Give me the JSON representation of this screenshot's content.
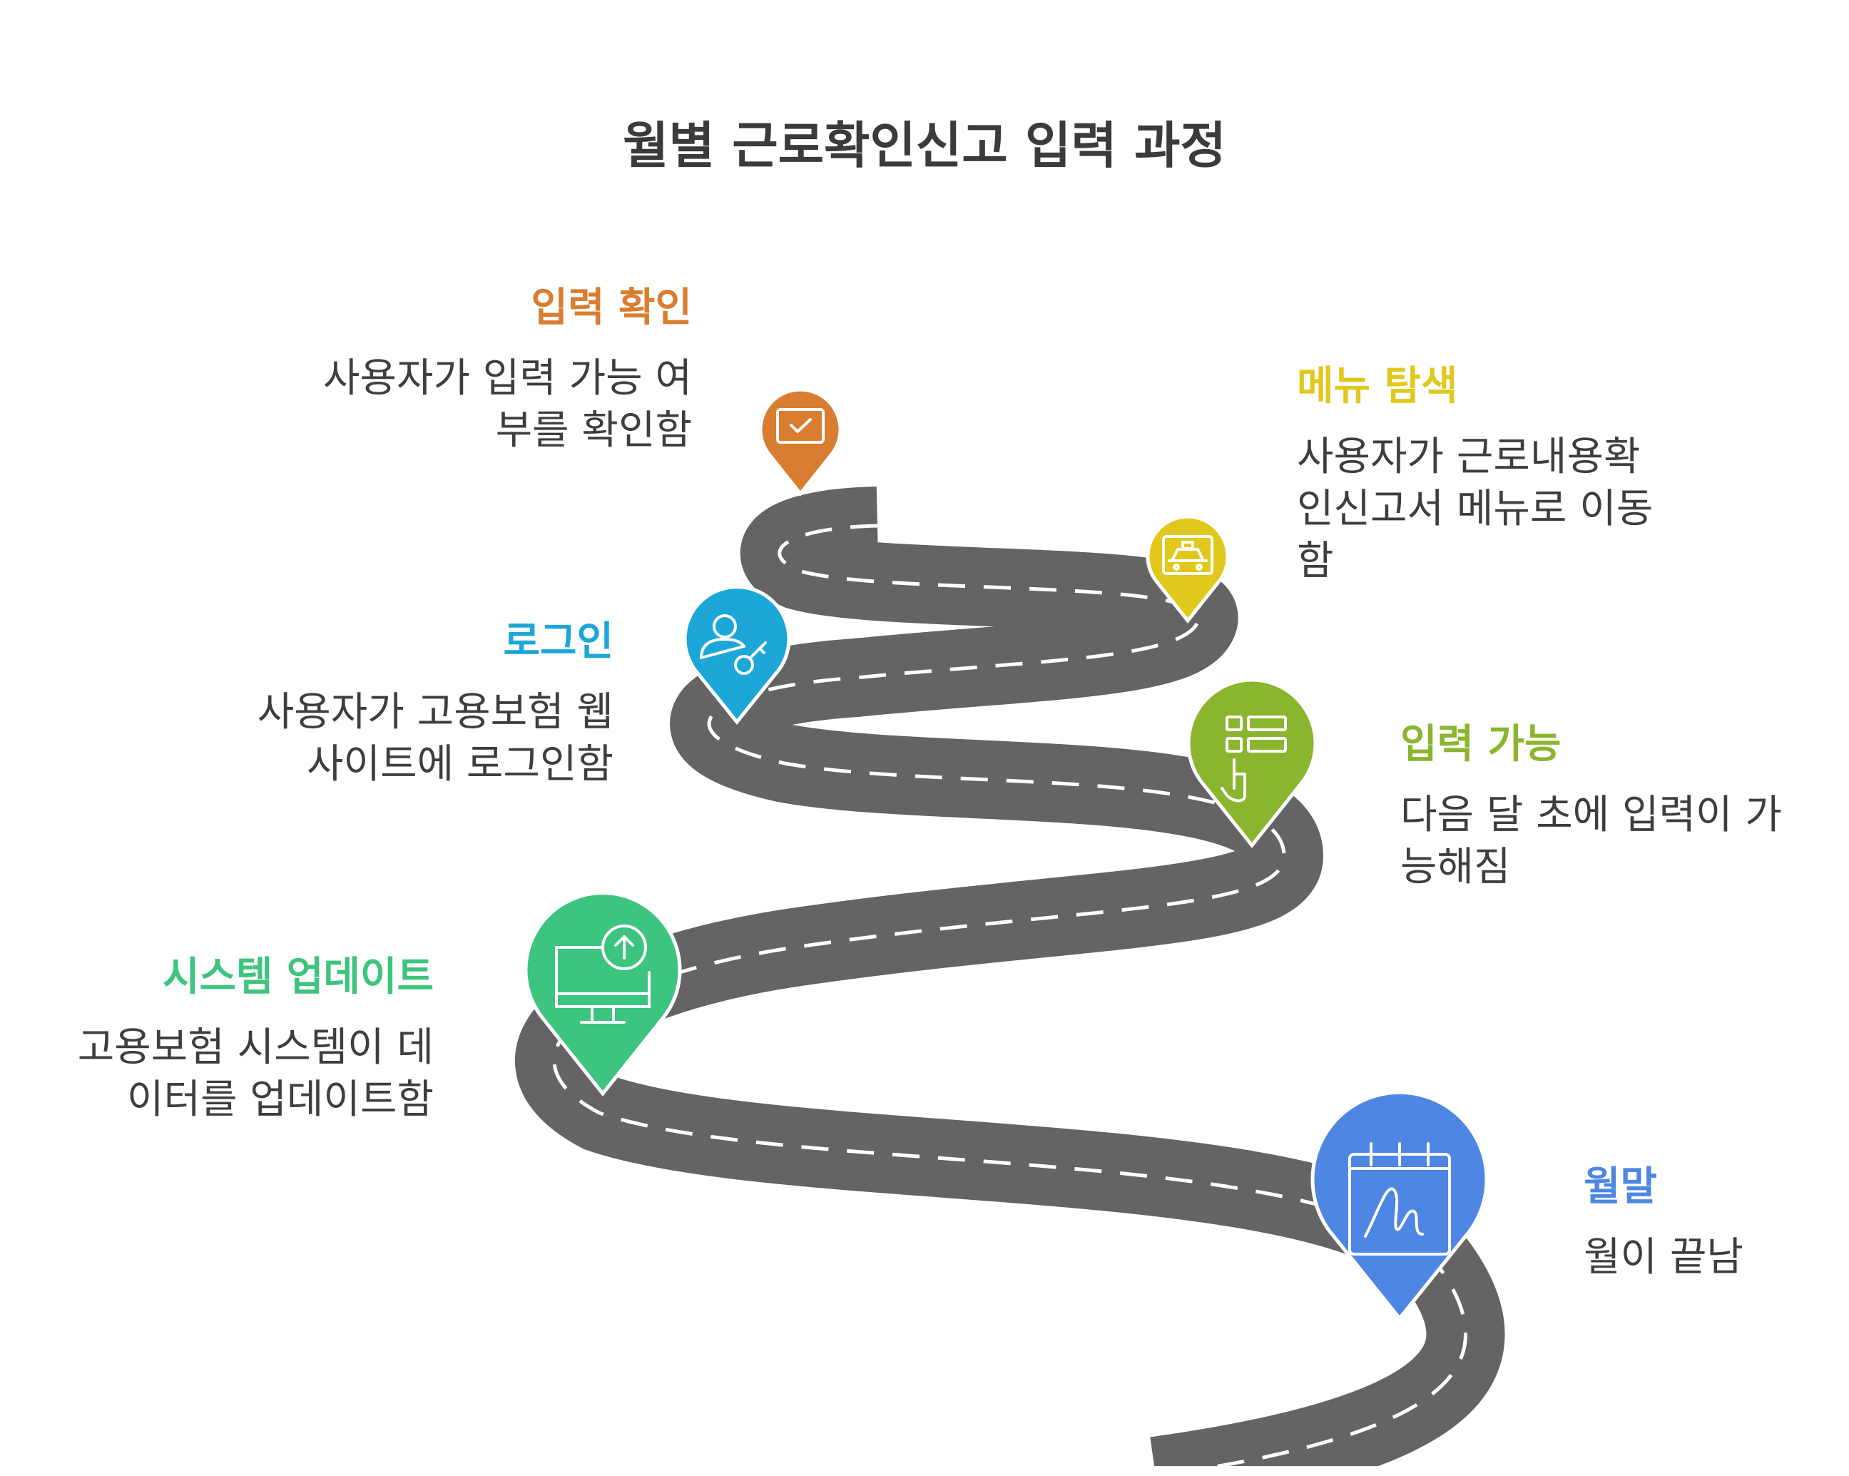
{
  "title": "월별 근로확인신고 입력 과정",
  "steps": [
    {
      "id": "confirm",
      "heading": "입력 확인",
      "line1": "사용자가 입력 가능 여",
      "line2": "부를 확인함",
      "color": "#d97d30",
      "icon": "checkbox-icon"
    },
    {
      "id": "menu",
      "heading": "메뉴 탐색",
      "line1": "사용자가 근로내용확",
      "line2": "인신고서 메뉴로 이동",
      "line3": "함",
      "color": "#e0c81c",
      "icon": "taxi-icon"
    },
    {
      "id": "login",
      "heading": "로그인",
      "line1": "사용자가 고용보험 웹",
      "line2": "사이트에 로그인함",
      "color": "#1da7d8",
      "icon": "user-key-icon"
    },
    {
      "id": "available",
      "heading": "입력 가능",
      "line1": "다음 달 초에 입력이 가",
      "line2": "능해짐",
      "color": "#8ab52f",
      "icon": "touch-list-icon"
    },
    {
      "id": "update",
      "heading": "시스템 업데이트",
      "line1": "고용보험 시스템이 데",
      "line2": "이터를 업데이트함",
      "color": "#3dc47e",
      "icon": "monitor-upload-icon"
    },
    {
      "id": "monthend",
      "heading": "월말",
      "line1": "월이 끝남",
      "color": "#4e86e3",
      "icon": "calendar-signature-icon"
    }
  ]
}
